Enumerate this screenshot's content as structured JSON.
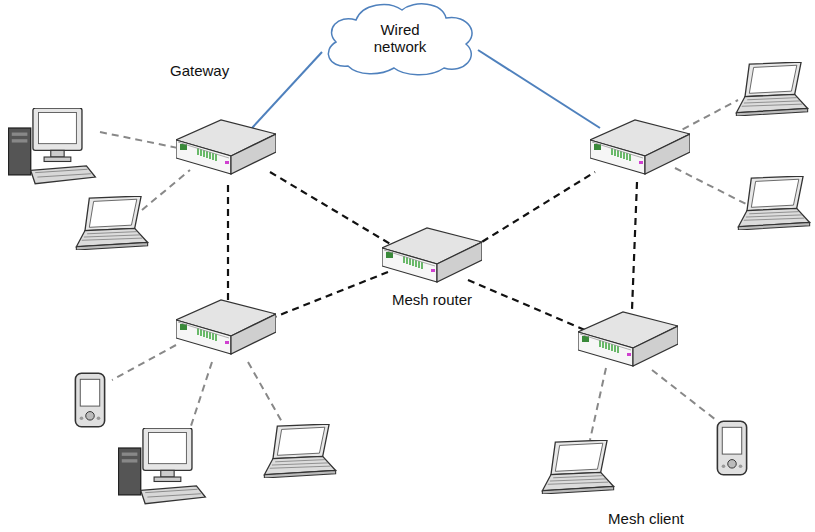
{
  "diagram": {
    "nodes": [
      {
        "text": [
          "Wired network"
        ]
      }
    ],
    "labels": [
      "Gateway",
      "Mesh router",
      "Mesh client"
    ]
  }
}
